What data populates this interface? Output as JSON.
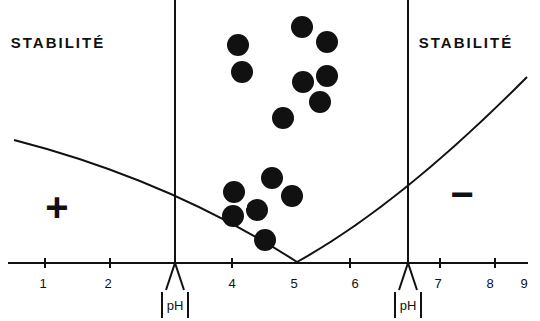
{
  "diagram": {
    "labels": [
      "STABILITÉ",
      "STABILITÉ",
      "+",
      "−",
      "1",
      "2",
      "4",
      "5",
      "6",
      "7",
      "8",
      "9",
      "pH",
      "pH"
    ]
  }
}
